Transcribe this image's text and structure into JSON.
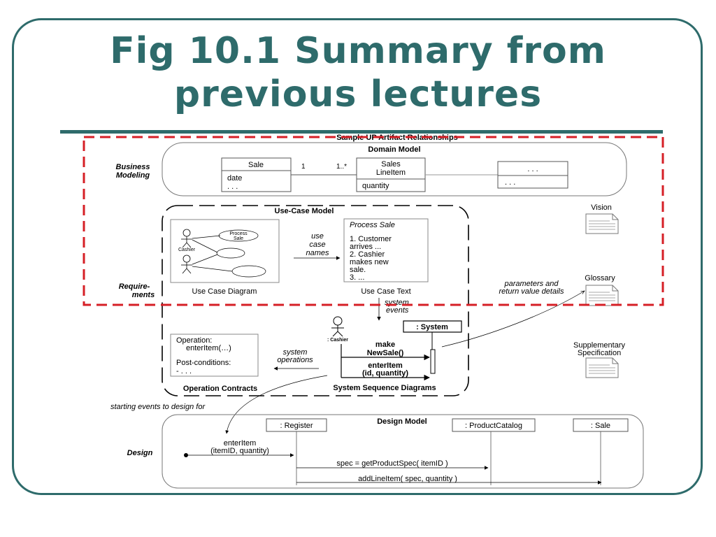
{
  "slide": {
    "title_line1": "Fig 10.1 Summary from",
    "title_line2": "previous lectures"
  },
  "colors": {
    "title": "#2e6b6b",
    "frame": "#2e6b6b",
    "highlight_dashes": "#d61f26"
  },
  "diagram": {
    "heading": "Sample UP Artifact Relationships",
    "rows": {
      "business": [
        "Business",
        "Modeling"
      ],
      "requirements": [
        "Require-",
        "ments"
      ],
      "design": "Design"
    },
    "domain_model": {
      "title": "Domain Model",
      "sale": {
        "name": "Sale",
        "attrs": [
          "date",
          ". . ."
        ]
      },
      "line_item": {
        "name": [
          "Sales",
          "LineItem"
        ],
        "attrs": [
          "quantity"
        ]
      },
      "other": {
        "name": ". . .",
        "attrs": [
          ". . ."
        ]
      },
      "mult_left": "1",
      "mult_right": "1..*"
    },
    "use_case_model": {
      "title": "Use-Case Model",
      "uc_diagram": {
        "caption": "Use Case Diagram",
        "actor": "Cashier",
        "usecase": [
          "Process",
          "Sale"
        ]
      },
      "uc_names_label": [
        "use",
        "case",
        "names"
      ],
      "uc_text": {
        "caption": "Use Case Text",
        "title": "Process Sale",
        "lines": [
          "1. Customer",
          "arrives ...",
          "2. Cashier",
          "makes new",
          "sale.",
          "3. ..."
        ]
      }
    },
    "side_docs": {
      "vision": "Vision",
      "glossary": "Glossary",
      "supplementary": [
        "Supplementary",
        "Specification"
      ]
    },
    "param_label": [
      "parameters and",
      "return value details"
    ],
    "system_events_label": [
      "system",
      "events"
    ],
    "ssd": {
      "title": "System Sequence Diagrams",
      "actor": ": Cashier",
      "system": ": System",
      "msg1": [
        "make",
        "NewSale()"
      ],
      "msg2": [
        "enterItem",
        "(id, quantity)"
      ]
    },
    "sys_ops_label": [
      "system",
      "operations"
    ],
    "op_contracts": {
      "title": "Operation Contracts",
      "lines": [
        "Operation:",
        "enterItem(…)",
        "Post-conditions:",
        "- . . ."
      ]
    },
    "starting_events_label": "starting events to design for",
    "design_model": {
      "title": "Design Model",
      "register": ": Register",
      "catalog": ": ProductCatalog",
      "sale": ": Sale",
      "enter_item": [
        "enterItem",
        "(itemID, quantity)"
      ],
      "spec": "spec = getProductSpec( itemID )",
      "add_line": "addLineItem( spec, quantity )"
    }
  }
}
